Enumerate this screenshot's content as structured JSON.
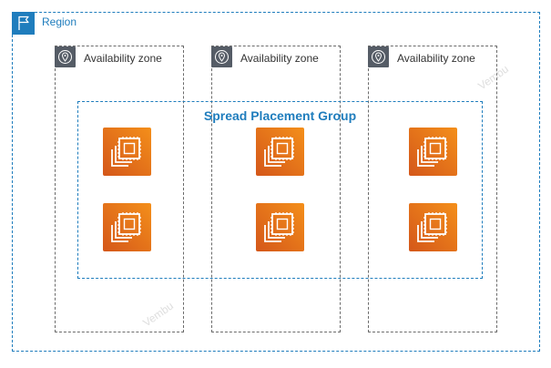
{
  "region": {
    "label": "Region",
    "icon": "flag-icon",
    "color": "#1f7dbd"
  },
  "zones": [
    {
      "label": "Availability zone",
      "icon": "location-pin-icon"
    },
    {
      "label": "Availability zone",
      "icon": "location-pin-icon"
    },
    {
      "label": "Availability zone",
      "icon": "location-pin-icon"
    }
  ],
  "placement_group": {
    "label": "Spread Placement Group",
    "color": "#1f7dbd"
  },
  "instances": {
    "icon": "ec2-instance-icon",
    "count": 6,
    "color": "#ed7100"
  },
  "watermarks": [
    "Vembu",
    "Vembu"
  ]
}
